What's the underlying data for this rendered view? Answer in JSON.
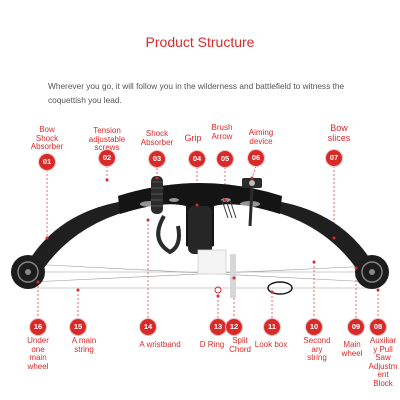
{
  "title": "Product Structure",
  "subtitle": "Wherever you go, it will follow you in the wilderness and battlefield to witness the coquettish you lead.",
  "colors": {
    "accent": "#d92a2a",
    "bow": "#1a1a1a",
    "leader": "#d92a2a"
  },
  "callouts": {
    "c01": {
      "num": "01",
      "label": "Bow\nShock\nAbsorber"
    },
    "c02": {
      "num": "02",
      "label": "Tension\nadjustable\nscrews"
    },
    "c03": {
      "num": "03",
      "label": "Shock\nAbsorber"
    },
    "c04": {
      "num": "04",
      "label": "Grip"
    },
    "c05": {
      "num": "05",
      "label": "Brush\nArrow"
    },
    "c06": {
      "num": "06",
      "label": "Aiming\ndevice"
    },
    "c07": {
      "num": "07",
      "label": "Bow\nslices"
    },
    "c08": {
      "num": "08",
      "label": "Auxiliar\ny Pull\nSaw\nAdjustm\nent\nBlock"
    },
    "c09": {
      "num": "09",
      "label": "Main\nwheel"
    },
    "c10": {
      "num": "10",
      "label": "Second\nary\nstring"
    },
    "c11": {
      "num": "11",
      "label": "Look box"
    },
    "c12": {
      "num": "12",
      "label": "Split\nChord"
    },
    "c13": {
      "num": "13",
      "label": "D Ring"
    },
    "c14": {
      "num": "14",
      "label": "A wristband"
    },
    "c15": {
      "num": "15",
      "label": "A main\nstring"
    },
    "c16": {
      "num": "16",
      "label": "Under\none\nmain\nwheel"
    }
  }
}
